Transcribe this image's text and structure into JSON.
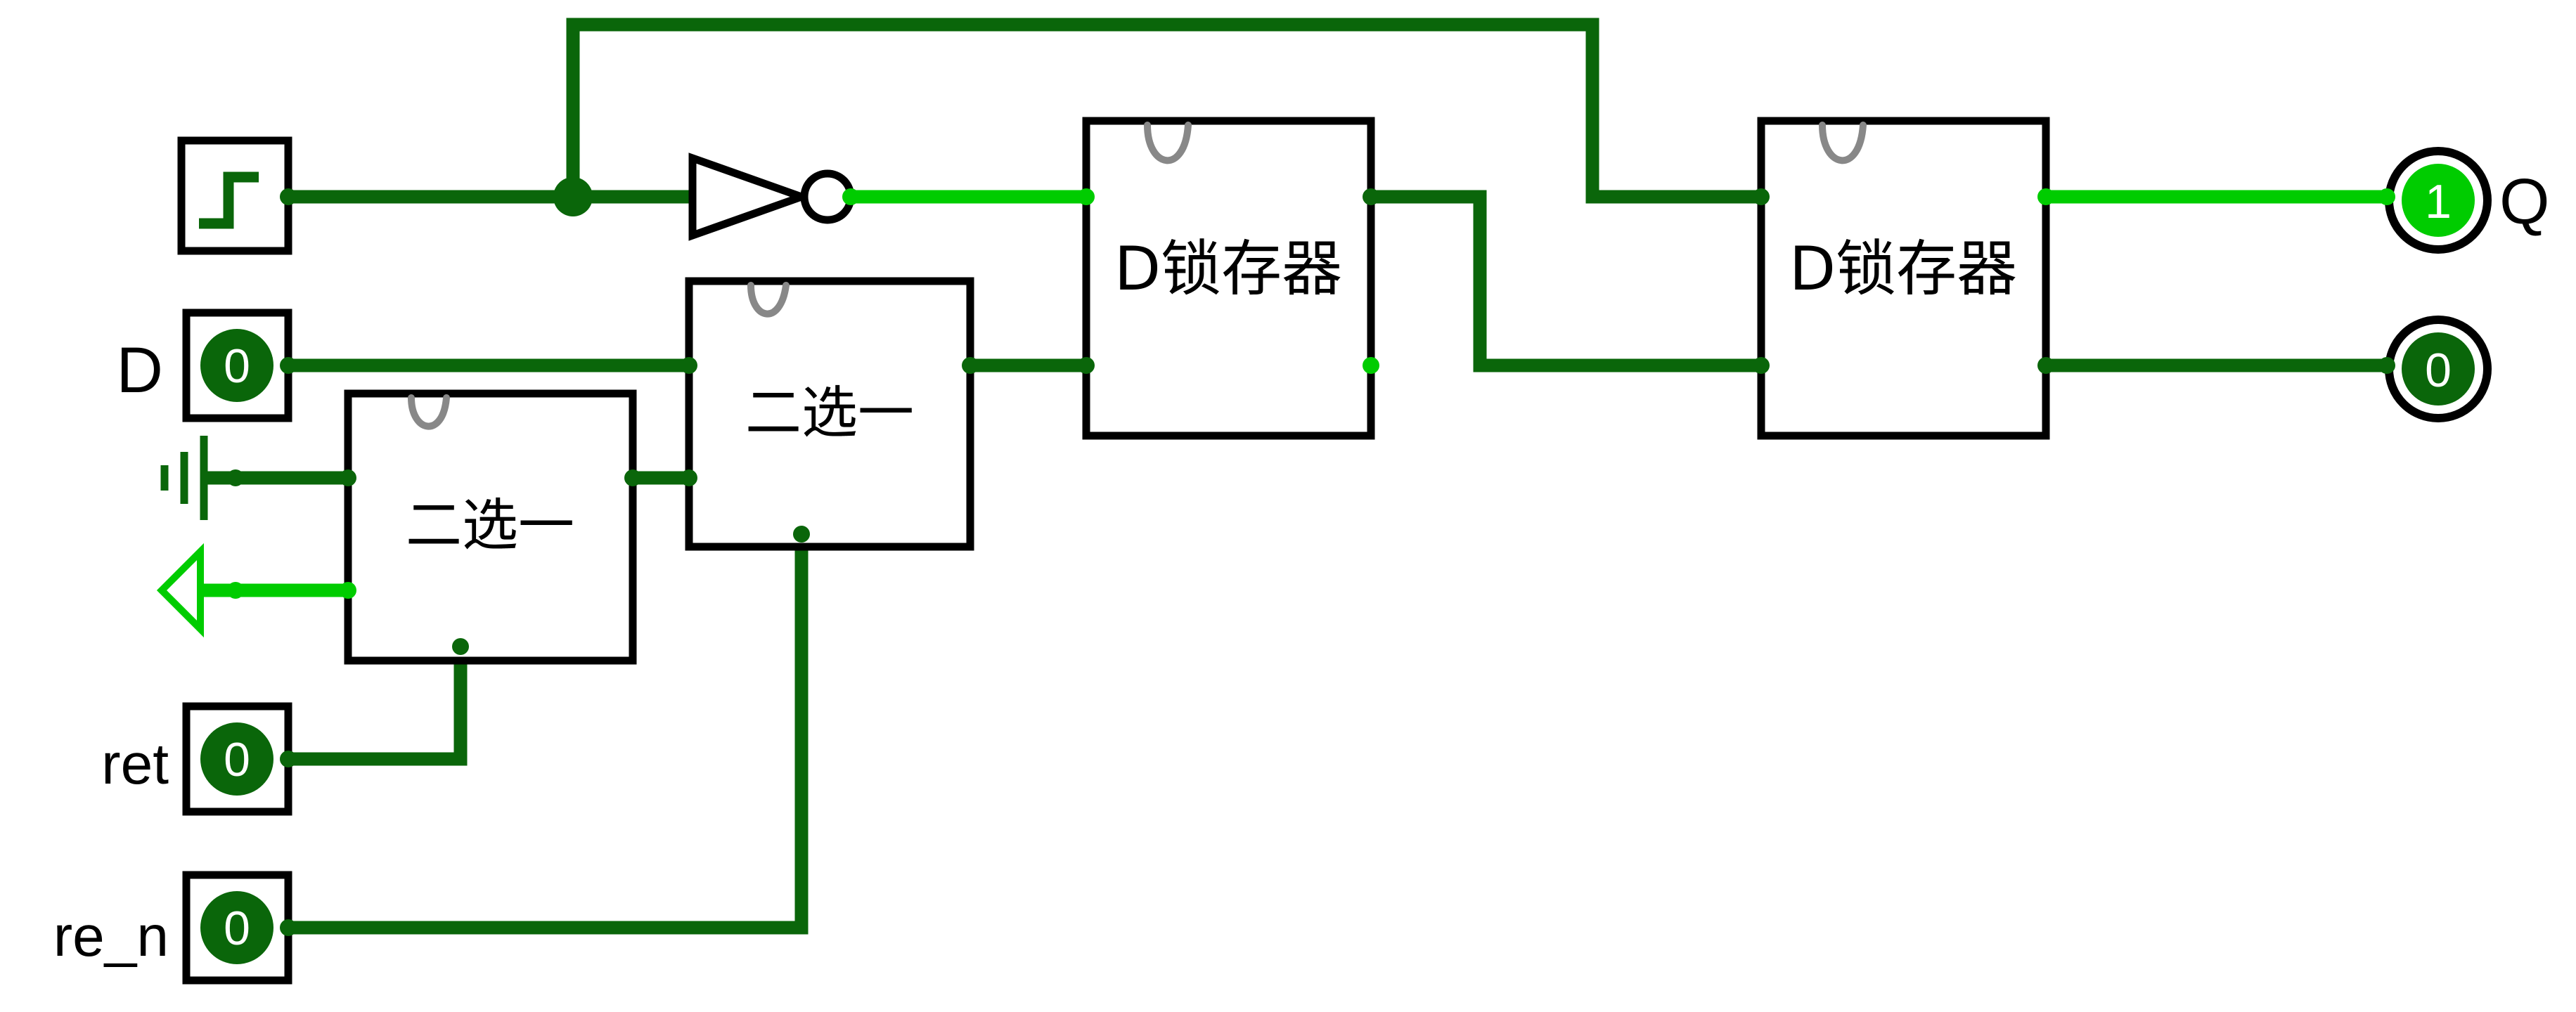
{
  "colors": {
    "wire_low": "#0a660a",
    "wire_high": "#00cc00",
    "component_border": "#000000",
    "subcircuit_notch": "#888888"
  },
  "inputs": {
    "clock": {
      "icon": "clock-square-wave-icon"
    },
    "d": {
      "label": "D",
      "value": "0"
    },
    "ret": {
      "label": "ret",
      "value": "0"
    },
    "re_n": {
      "label": "re_n",
      "value": "0"
    }
  },
  "constants": {
    "ground": {
      "icon": "ground-icon"
    },
    "power": {
      "icon": "power-arrow-icon"
    }
  },
  "gates": {
    "not": {
      "icon": "not-gate-icon"
    }
  },
  "subcircuits": {
    "mux1": {
      "label": "二选一"
    },
    "mux2": {
      "label": "二选一"
    },
    "latch1": {
      "label": "D锁存器"
    },
    "latch2": {
      "label": "D锁存器"
    }
  },
  "outputs": {
    "q": {
      "label": "Q",
      "value": "1"
    },
    "qn": {
      "value": "0"
    }
  }
}
